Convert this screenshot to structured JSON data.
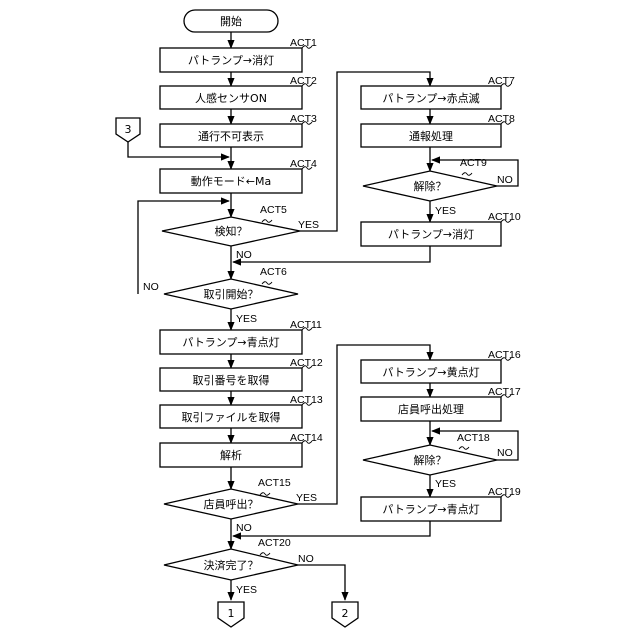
{
  "start": "開始",
  "conn_in_3": "3",
  "out_1": "1",
  "out_2": "2",
  "acts": {
    "act1": {
      "tag": "ACT1",
      "text": "パトランプ→消灯"
    },
    "act2": {
      "tag": "ACT2",
      "text": "人感センサON"
    },
    "act3": {
      "tag": "ACT3",
      "text": "通行不可表示"
    },
    "act4": {
      "tag": "ACT4",
      "text": "動作モード←Ma"
    },
    "act5": {
      "tag": "ACT5",
      "text": "検知？"
    },
    "act6": {
      "tag": "ACT6",
      "text": "取引開始？"
    },
    "act7": {
      "tag": "ACT7",
      "text": "パトランプ→赤点滅"
    },
    "act8": {
      "tag": "ACT8",
      "text": "通報処理"
    },
    "act9": {
      "tag": "ACT9",
      "text": "解除？"
    },
    "act10": {
      "tag": "ACT10",
      "text": "パトランプ→消灯"
    },
    "act11": {
      "tag": "ACT11",
      "text": "パトランプ→青点灯"
    },
    "act12": {
      "tag": "ACT12",
      "text": "取引番号を取得"
    },
    "act13": {
      "tag": "ACT13",
      "text": "取引ファイルを取得"
    },
    "act14": {
      "tag": "ACT14",
      "text": "解析"
    },
    "act15": {
      "tag": "ACT15",
      "text": "店員呼出？"
    },
    "act16": {
      "tag": "ACT16",
      "text": "パトランプ→黄点灯"
    },
    "act17": {
      "tag": "ACT17",
      "text": "店員呼出処理"
    },
    "act18": {
      "tag": "ACT18",
      "text": "解除？"
    },
    "act19": {
      "tag": "ACT19",
      "text": "パトランプ→青点灯"
    },
    "act20": {
      "tag": "ACT20",
      "text": "決済完了？"
    }
  },
  "branch": {
    "yes": "YES",
    "no": "NO"
  }
}
